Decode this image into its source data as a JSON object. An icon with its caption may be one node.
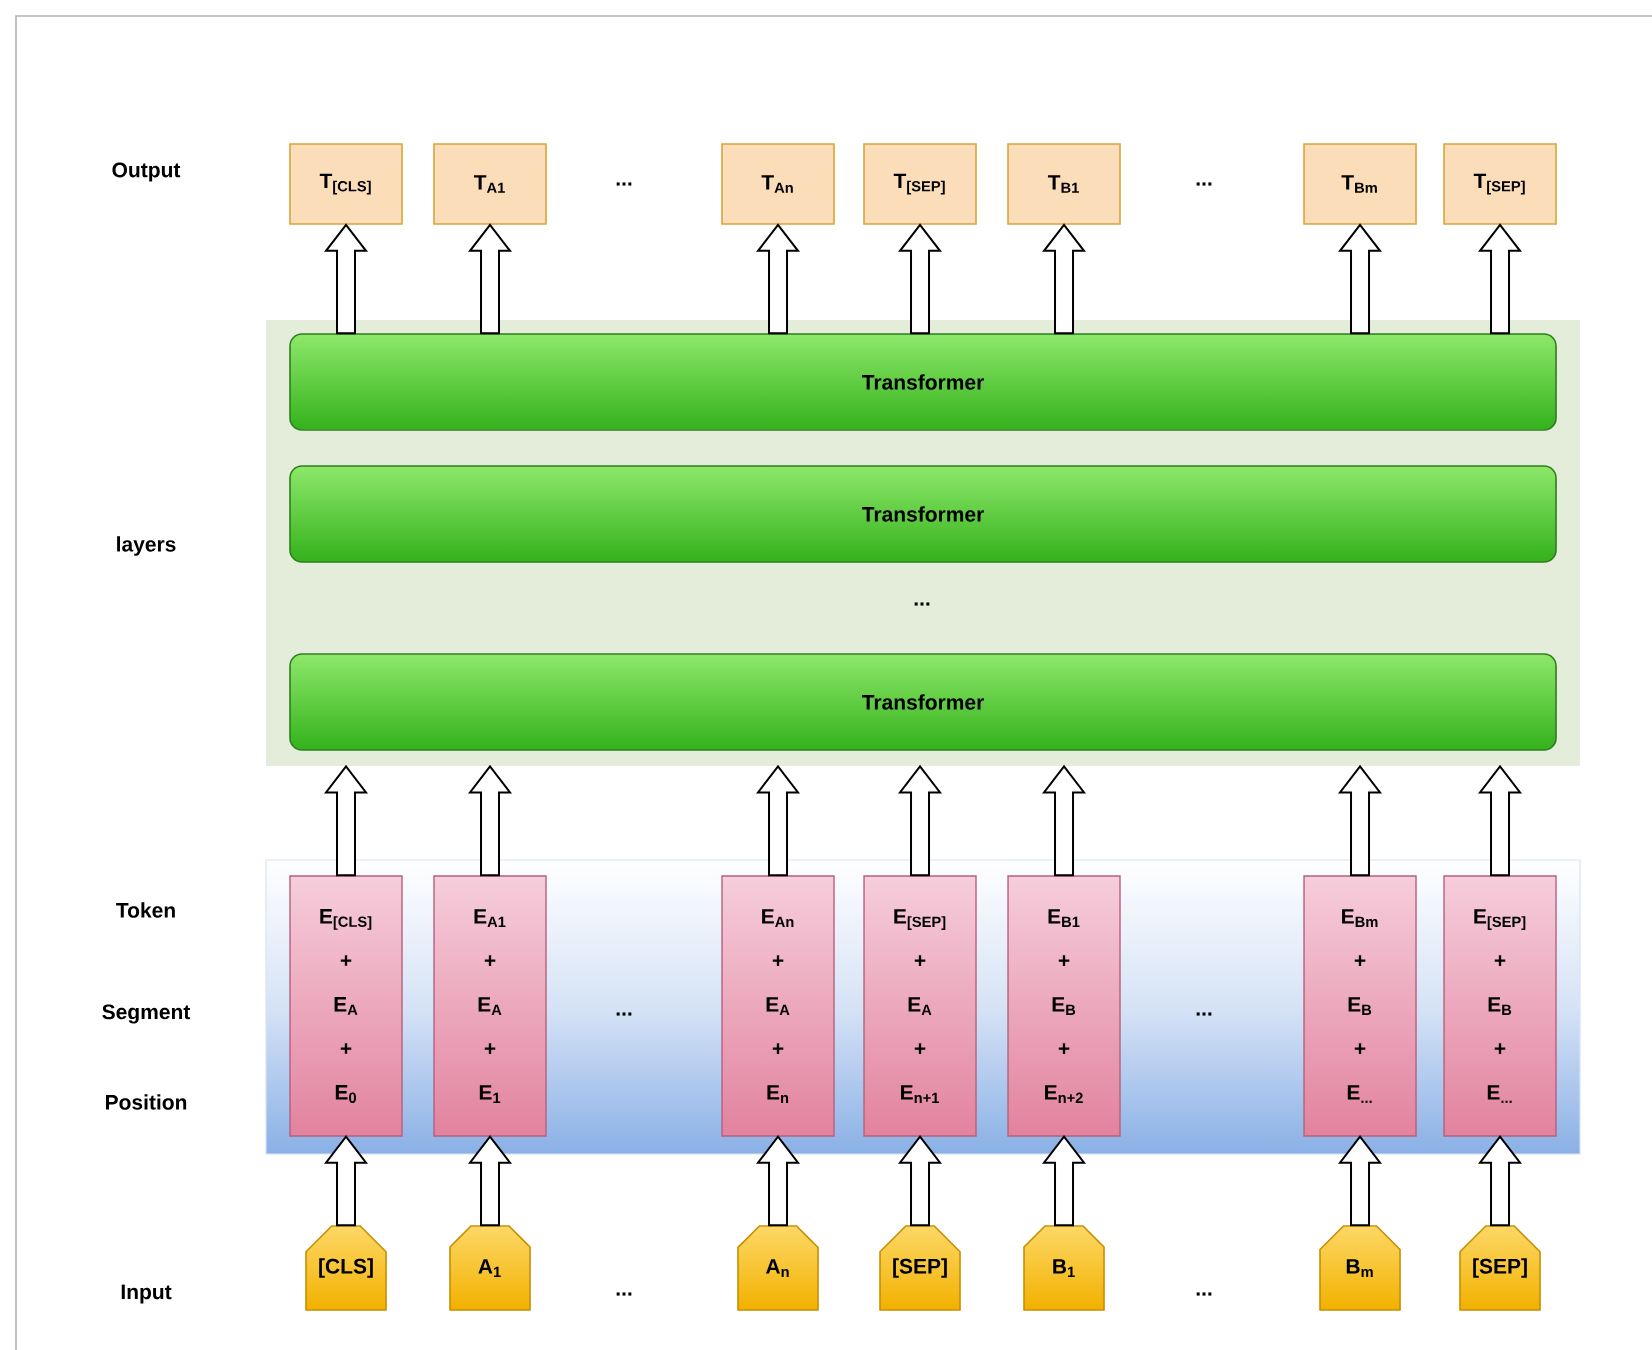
{
  "diagram": {
    "nodes": [
      {
        "text": [
          "T$_{[CLS]}$"
        ]
      },
      {
        "text": [
          "T$_{A1}$"
        ]
      },
      {
        "text": [
          "T$_{An}$"
        ]
      },
      {
        "text": [
          "T$_{[SEP]}$"
        ]
      },
      {
        "text": [
          "T$_{B1}$"
        ]
      },
      {
        "text": [
          "T$_{Bm}$"
        ]
      },
      {
        "text": [
          "T$_{[SEP]}$"
        ]
      },
      {
        "text": [],
        "shape": "box"
      },
      {
        "text": [
          "Transformer"
        ],
        "in": 7
      },
      {
        "text": [
          "Transformer"
        ],
        "in": 7
      },
      {
        "text": [
          "Transformer"
        ],
        "in": 7
      },
      {
        "text": [],
        "shape": "box"
      },
      {
        "text": [
          "E$_{[CLS]}$",
          "+",
          "E$_{A}$",
          "+",
          "E$_{0}$"
        ],
        "in": 11
      },
      {
        "text": [
          "E$_{A1}$",
          "+",
          "E$_{A}$",
          "+",
          "E$_{1}$"
        ],
        "in": 11
      },
      {
        "text": [
          "E$_{An}$",
          "+",
          "E$_{A}$",
          "+",
          "E$_{n}$"
        ],
        "in": 11
      },
      {
        "text": [
          "E$_{[SEP]}$",
          "+",
          "E$_{A}$",
          "+",
          "E$_{n+1}$"
        ],
        "in": 11
      },
      {
        "text": [
          "E$_{B1}$",
          "+",
          "E$_{B}$",
          "+",
          "E$_{n+2}$"
        ],
        "in": 11
      },
      {
        "text": [
          "E$_{Bm}$",
          "+",
          "E$_{B}$",
          "+",
          "E$_{...}$"
        ],
        "in": 11
      },
      {
        "text": [
          "E$_{[SEP]}$",
          "+",
          "E$_{B}$",
          "+",
          "E$_{...}$"
        ],
        "in": 11
      },
      {
        "text": [
          "[CLS]"
        ]
      },
      {
        "text": [
          "A$_{1}$"
        ]
      },
      {
        "text": [
          "A$_{n}$"
        ]
      },
      {
        "text": [
          "[SEP]"
        ]
      },
      {
        "text": [
          "B$_{1}$"
        ]
      },
      {
        "text": [
          "B$_{m}$"
        ]
      },
      {
        "text": [
          "[SEP]"
        ]
      }
    ],
    "edges": [
      {
        "from": 8,
        "to": 0,
        "arrow": "to"
      },
      {
        "from": 8,
        "to": 1,
        "arrow": "to"
      },
      {
        "from": 8,
        "to": 2,
        "arrow": "to"
      },
      {
        "from": 8,
        "to": 3,
        "arrow": "to"
      },
      {
        "from": 8,
        "to": 4,
        "arrow": "to"
      },
      {
        "from": 8,
        "to": 5,
        "arrow": "to"
      },
      {
        "from": 8,
        "to": 6,
        "arrow": "to"
      },
      {
        "from": 12,
        "to": 7,
        "arrow": "to"
      },
      {
        "from": 13,
        "to": 7,
        "arrow": "to"
      },
      {
        "from": 14,
        "to": 7,
        "arrow": "to"
      },
      {
        "from": 15,
        "to": 7,
        "arrow": "to"
      },
      {
        "from": 16,
        "to": 7,
        "arrow": "to"
      },
      {
        "from": 17,
        "to": 7,
        "arrow": "to"
      },
      {
        "from": 18,
        "to": 7,
        "arrow": "to"
      },
      {
        "from": 19,
        "to": 12,
        "arrow": "to"
      },
      {
        "from": 20,
        "to": 13,
        "arrow": "to"
      },
      {
        "from": 21,
        "to": 14,
        "arrow": "to"
      },
      {
        "from": 22,
        "to": 15,
        "arrow": "to"
      },
      {
        "from": 23,
        "to": 16,
        "arrow": "to"
      },
      {
        "from": 24,
        "to": 17,
        "arrow": "to"
      },
      {
        "from": 25,
        "to": 18,
        "arrow": "to"
      }
    ],
    "labels": [
      "Output",
      "...",
      "...",
      "layers",
      "...",
      "Token",
      "Segment",
      "...",
      "...",
      "Position",
      "Input",
      "...",
      "..."
    ]
  }
}
